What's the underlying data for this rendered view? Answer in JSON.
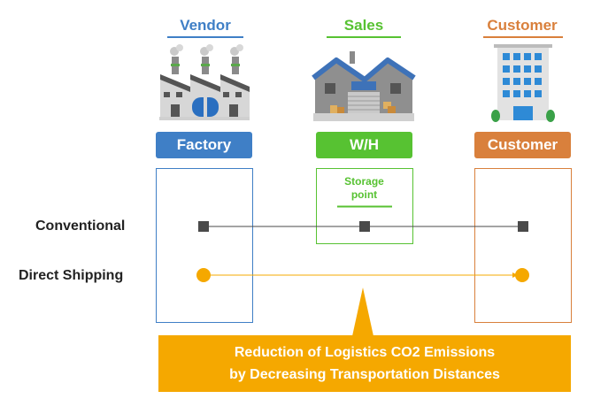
{
  "colors": {
    "vendor": "#3f7fc6",
    "sales": "#57c232",
    "customer": "#d9803c",
    "callout": "#f5a800",
    "conventional": "#4a4a4a",
    "direct": "#f5a800"
  },
  "columns": {
    "vendor": {
      "header": "Vendor",
      "label": "Factory",
      "icon": "factory-icon"
    },
    "sales": {
      "header": "Sales",
      "label": "W/H",
      "icon": "warehouse-icon"
    },
    "customer": {
      "header": "Customer",
      "label": "Customer",
      "icon": "office-building-icon"
    }
  },
  "storage_point": "Storage\npoint",
  "rows": {
    "conventional": "Conventional",
    "direct": "Direct Shipping"
  },
  "callout": {
    "line1": "Reduction of Logistics CO2 Emissions",
    "line2": "by Decreasing Transportation Distances"
  }
}
